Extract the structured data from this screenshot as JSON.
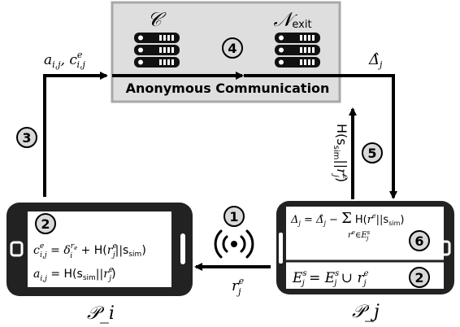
{
  "server_box": {
    "label": "Anonymous Communication",
    "server_c_label": "𝒞",
    "server_exit_label": "𝒩",
    "server_exit_subscript": "exit",
    "step_4": "4"
  },
  "flow": {
    "step_1": "1",
    "step_3": "3",
    "step_5": "5",
    "label_a_c": "a_{i,j}, c^e_{i,j}",
    "label_delta_hat": "Δ̂_j",
    "label_hash": "H(s_sim || r^e_j)",
    "label_r": "r^e_j"
  },
  "phone_i": {
    "label": "𝒫_i",
    "step_2": "2",
    "eq1": "c^e_{i,j} = δ_i^{r_e} + H(r^e_j || s_sim)",
    "eq2": "a_{i,j} = H(s_sim || r^e_j)"
  },
  "phone_j": {
    "label": "𝒫_j",
    "step_6": "6",
    "step_2": "2",
    "eq1": "Δ_j = Δ̂_j − Σ_{r^e ∈ E^s_j} H(r^e || s_sim)",
    "eq2": "E^s_j = E^s_j ∪ r^e_j"
  },
  "colors": {
    "box_fill": "#dedede",
    "box_border": "#a8a8a8",
    "phone": "#222222",
    "circle_fill": "#d9d9d9",
    "arrow": "#000000"
  }
}
